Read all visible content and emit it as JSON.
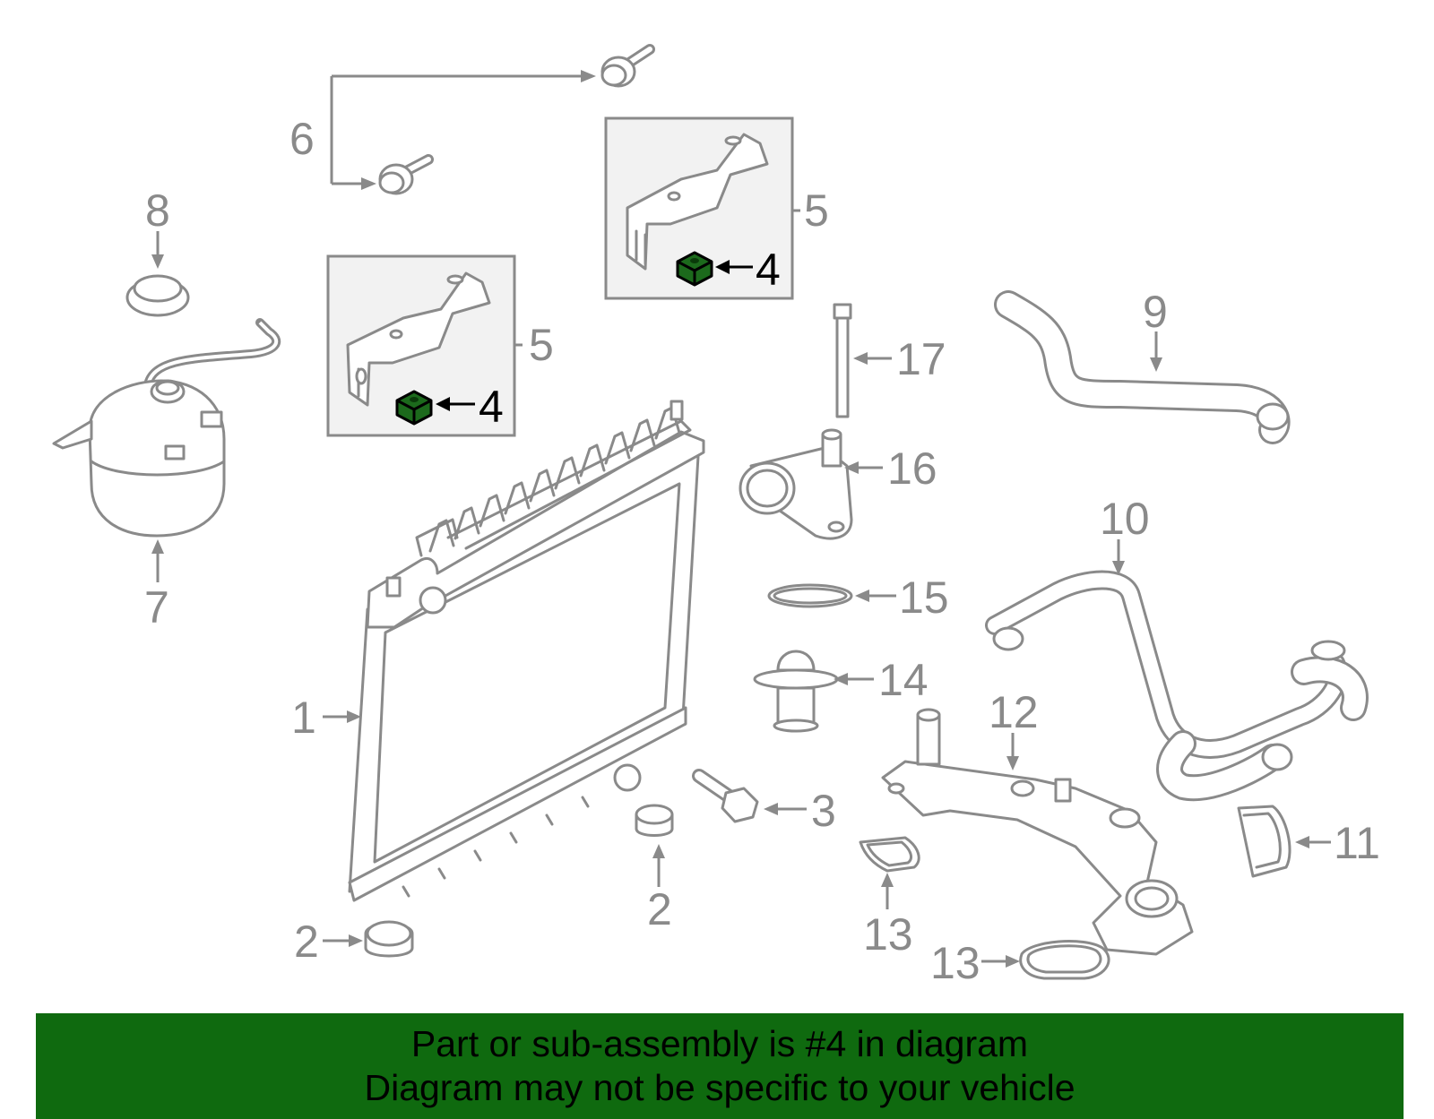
{
  "colors": {
    "part_line": "#8a8a8a",
    "highlight_fill": "#1c6a1c",
    "banner_bg": "#0f6a0f",
    "label_gray": "#8a8a8a",
    "label_highlight": "#000000"
  },
  "callouts": {
    "c1": "1",
    "c2a": "2",
    "c2b": "2",
    "c3": "3",
    "c4a": "4",
    "c4b": "4",
    "c5a": "5",
    "c5b": "5",
    "c6": "6",
    "c7": "7",
    "c8": "8",
    "c9": "9",
    "c10": "10",
    "c11": "11",
    "c12": "12",
    "c13a": "13",
    "c13b": "13",
    "c14": "14",
    "c15": "15",
    "c16": "16",
    "c17": "17"
  },
  "highlighted_part": "4",
  "banner": {
    "line1": "Part or sub-assembly is #4 in diagram",
    "line2": "Diagram may not be specific to your vehicle"
  }
}
